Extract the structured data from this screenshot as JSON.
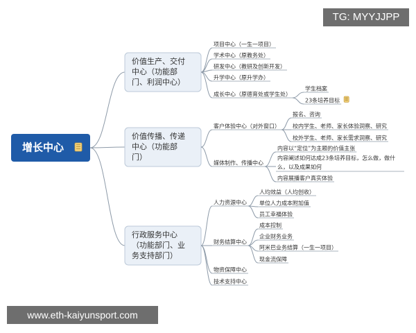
{
  "watermark_top": "TG: MYYJJPP",
  "watermark_bottom": "www.eth-kaiyunsport.com",
  "center": "增长中心",
  "branches": [
    {
      "lines": [
        "价值生产、交付",
        "中心（功能部",
        "门、利润中心）"
      ],
      "children": [
        {
          "text": "项目中心（一生一项目）"
        },
        {
          "text": "学术中心（原教务处）"
        },
        {
          "text": "研发中心（教研及创新开发）"
        },
        {
          "text": "升学中心（原升学办）"
        },
        {
          "text": "成长中心（原德育处或学生处）",
          "children": [
            {
              "text": "学生档案"
            },
            {
              "text": "23条培养目标"
            }
          ]
        }
      ]
    },
    {
      "lines": [
        "价值传播、传递",
        "中心（功能部",
        "门）"
      ],
      "children": [
        {
          "text": "客户体验中心（对外窗口）",
          "children": [
            {
              "text": "报名、咨询"
            },
            {
              "text": "校内学生、老师、家长体验洞察、研究"
            },
            {
              "text": "校外学生、老师、家长需求洞察、研究"
            }
          ]
        },
        {
          "text": "媒体制作、传播中心",
          "children": [
            {
              "text": "内容以“定位”为主题的价值主张"
            },
            {
              "text": "内容阐述如何达成23条培养目标，怎么做，做什么，以及成果如何"
            },
            {
              "text": "内容展播客户真实体验"
            }
          ]
        }
      ]
    },
    {
      "lines": [
        "行政服务中心",
        "（功能部门、业",
        "务支持部门）"
      ],
      "children": [
        {
          "text": "人力资源中心",
          "children": [
            {
              "text": "人均效益（人均创收）"
            },
            {
              "text": "单位人力成本附加值"
            },
            {
              "text": "员工幸福体验"
            }
          ]
        },
        {
          "text": "财务结算中心",
          "children": [
            {
              "text": "成本控制"
            },
            {
              "text": "企业财务业务"
            },
            {
              "text": "阿米巴业务结算（一生一项目）"
            },
            {
              "text": "现金流保障"
            }
          ]
        },
        {
          "text": "物资保障中心"
        },
        {
          "text": "技术支持中心"
        }
      ]
    }
  ],
  "colors": {
    "center_fill": "#1f5ba8",
    "center_text": "#ffffff",
    "branch_fill": "#eaf0f7",
    "branch_border": "#bcc9d8",
    "branch_text": "#333333",
    "line": "#8d9aa8",
    "leaf_text": "#333333",
    "note_icon": "#f4d27a"
  },
  "icons": {
    "center": "note-icon",
    "leaf": "note-icon"
  }
}
